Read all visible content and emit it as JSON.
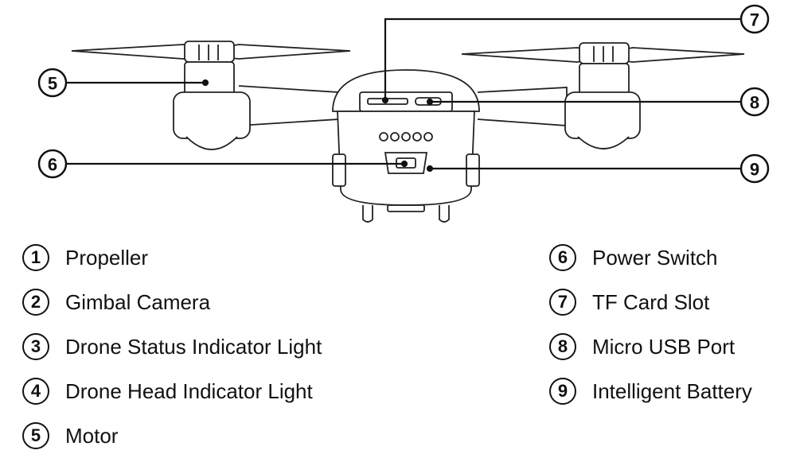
{
  "callouts": {
    "motor": "5",
    "power_switch": "6",
    "tf_card_slot": "7",
    "micro_usb_port": "8",
    "intelligent_battery": "9"
  },
  "legend": {
    "left": [
      {
        "num": "1",
        "label": "Propeller"
      },
      {
        "num": "2",
        "label": "Gimbal Camera"
      },
      {
        "num": "3",
        "label": "Drone Status Indicator Light"
      },
      {
        "num": "4",
        "label": "Drone Head Indicator Light"
      },
      {
        "num": "5",
        "label": "Motor"
      }
    ],
    "right": [
      {
        "num": "6",
        "label": "Power Switch"
      },
      {
        "num": "7",
        "label": "TF Card Slot"
      },
      {
        "num": "8",
        "label": "Micro USB Port"
      },
      {
        "num": "9",
        "label": "Intelligent Battery"
      }
    ]
  }
}
